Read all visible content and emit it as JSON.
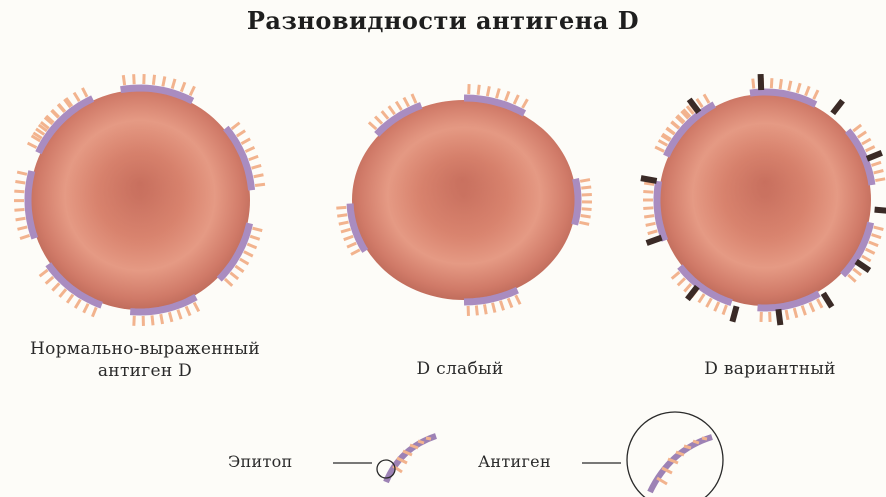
{
  "title": "Разновидности антигена D",
  "cells": [
    {
      "label_line1": "Нормально-выраженный",
      "label_line2": "антиген D"
    },
    {
      "label_line1": "D слабый"
    },
    {
      "label_line1": "D вариантный"
    }
  ],
  "legend": {
    "epitope": "Эпитоп",
    "antigen": "Антиген"
  },
  "colors": {
    "cell": "#e19580",
    "cell_shade": "#c8705f",
    "membrane": "#a98cc0",
    "epitope": "#f2b38e",
    "variant_epitope": "#3a2a26"
  }
}
